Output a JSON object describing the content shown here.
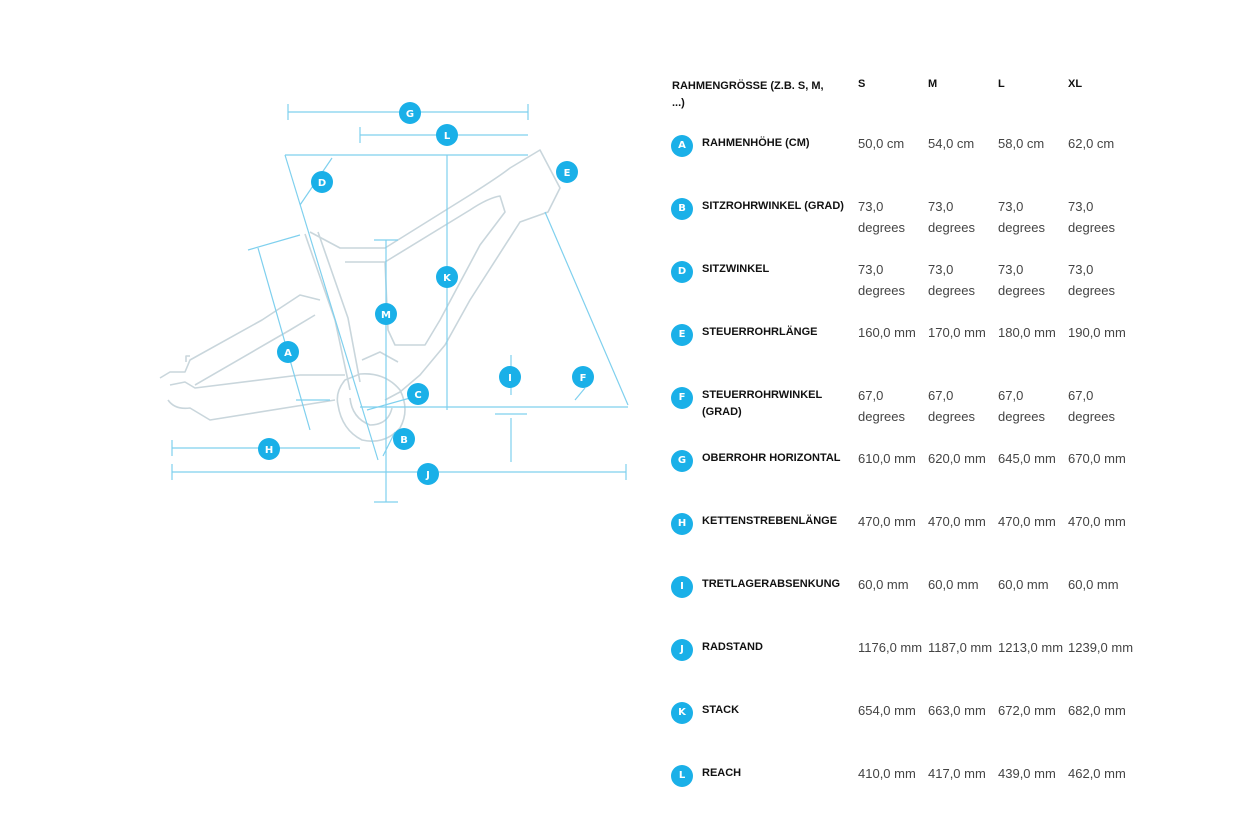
{
  "diagram": {
    "labels": {
      "A": "A",
      "B": "B",
      "C": "C",
      "D": "D",
      "E": "E",
      "F": "F",
      "G": "G",
      "H": "H",
      "I": "I",
      "J": "J",
      "K": "K",
      "L": "L",
      "M": "M"
    },
    "colors": {
      "dimension_line": "#7fd0ee",
      "frame_outline": "#c9d6dc",
      "badge": "#1ab0e8"
    }
  },
  "table": {
    "header": {
      "label": "RAHMENGRÖSSE (Z.B. S, M, ...)",
      "sizes": [
        "S",
        "M",
        "L",
        "XL"
      ]
    },
    "rows": [
      {
        "key": "A",
        "name": "RAHMENHÖHE (CM)",
        "values": [
          "50,0 cm",
          "54,0 cm",
          "58,0 cm",
          "62,0 cm"
        ]
      },
      {
        "key": "B",
        "name": "SITZROHRWINKEL (GRAD)",
        "values": [
          "73,0 degrees",
          "73,0 degrees",
          "73,0 degrees",
          "73,0 degrees"
        ]
      },
      {
        "key": "D",
        "name": "SITZWINKEL",
        "values": [
          "73,0 degrees",
          "73,0 degrees",
          "73,0 degrees",
          "73,0 degrees"
        ]
      },
      {
        "key": "E",
        "name": "STEUERROHRLÄNGE",
        "values": [
          "160,0 mm",
          "170,0 mm",
          "180,0 mm",
          "190,0 mm"
        ]
      },
      {
        "key": "F",
        "name": "STEUERROHRWINKEL (GRAD)",
        "values": [
          "67,0 degrees",
          "67,0 degrees",
          "67,0 degrees",
          "67,0 degrees"
        ]
      },
      {
        "key": "G",
        "name": "OBERROHR HORIZONTAL",
        "values": [
          "610,0 mm",
          "620,0 mm",
          "645,0 mm",
          "670,0 mm"
        ]
      },
      {
        "key": "H",
        "name": "KETTENSTREBENLÄNGE",
        "values": [
          "470,0 mm",
          "470,0 mm",
          "470,0 mm",
          "470,0 mm"
        ]
      },
      {
        "key": "I",
        "name": "TRETLAGERABSENKUNG",
        "values": [
          "60,0 mm",
          "60,0 mm",
          "60,0 mm",
          "60,0 mm"
        ]
      },
      {
        "key": "J",
        "name": "RADSTAND",
        "values": [
          "1176,0 mm",
          "1187,0 mm",
          "1213,0 mm",
          "1239,0 mm"
        ]
      },
      {
        "key": "K",
        "name": "STACK",
        "values": [
          "654,0 mm",
          "663,0 mm",
          "672,0 mm",
          "682,0 mm"
        ]
      },
      {
        "key": "L",
        "name": "REACH",
        "values": [
          "410,0 mm",
          "417,0 mm",
          "439,0 mm",
          "462,0 mm"
        ]
      }
    ]
  }
}
